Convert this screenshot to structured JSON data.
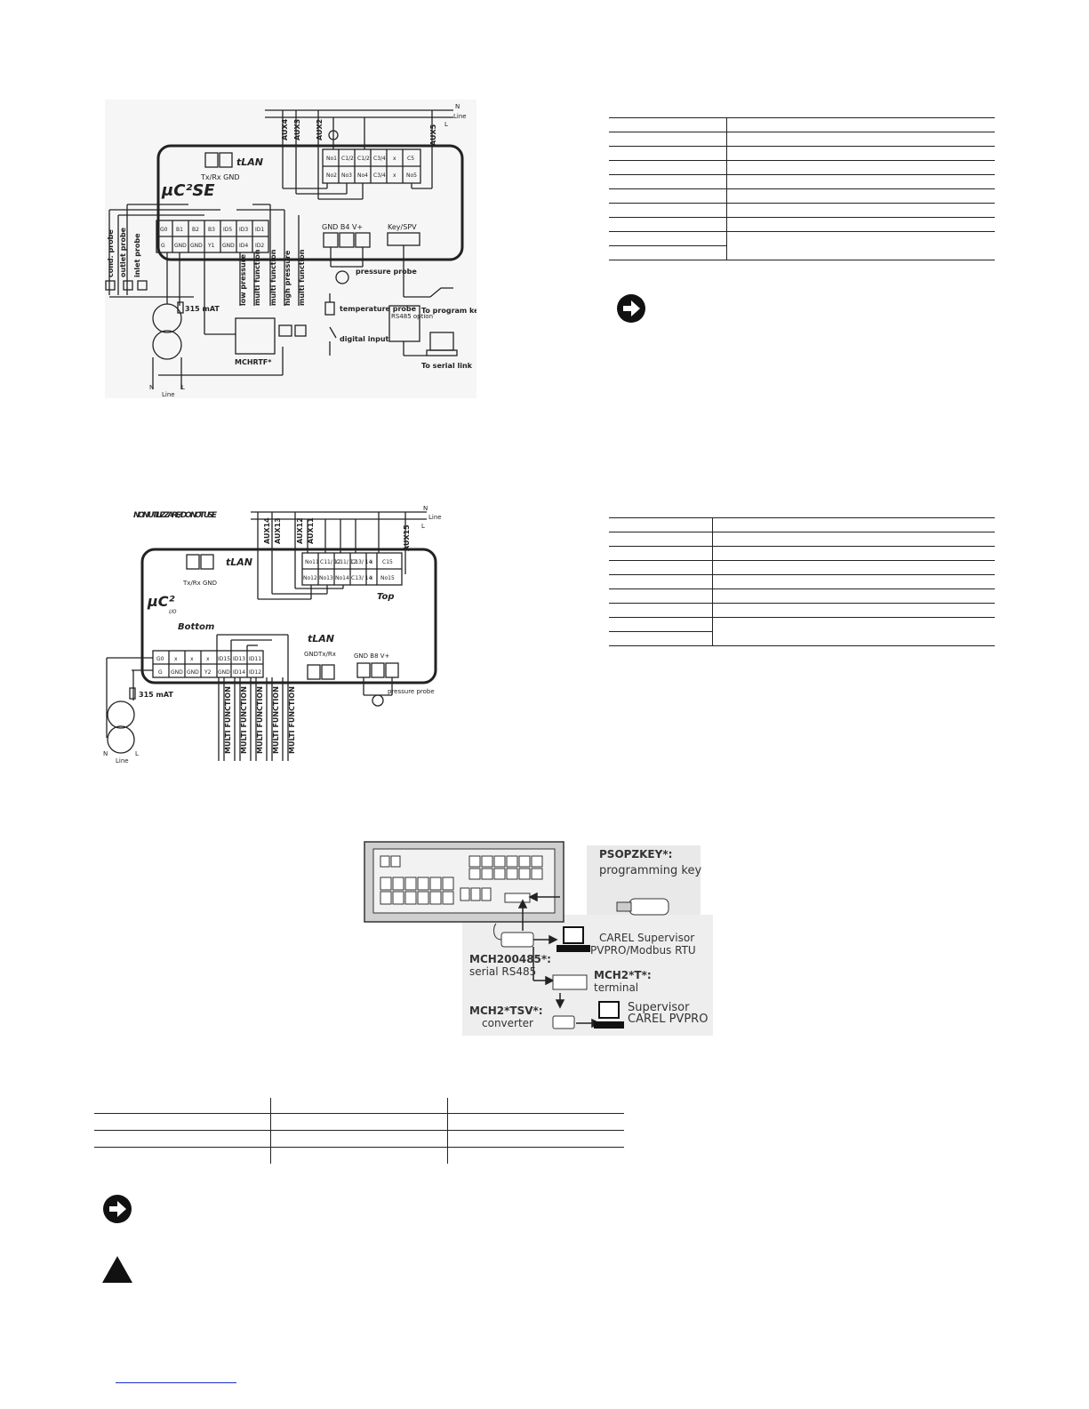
{
  "diagram1": {
    "supply": {
      "n": "N",
      "line": "Line",
      "l": "L",
      "bottom_n": "N",
      "bottom_line": "Line",
      "bottom_l": "L"
    },
    "controller": "μC²SE",
    "aux_labels": [
      "AUX4",
      "AUX3",
      "AUX2",
      "AUX5"
    ],
    "relay_top": [
      "No1",
      "C1/2",
      "C1/2",
      "C3/4",
      "x",
      "C5"
    ],
    "relay_bottom": [
      "No2",
      "No3",
      "No4",
      "C3/4",
      "x",
      "No5"
    ],
    "tlan": "tLAN",
    "tlan_pins": "Tx/Rx  GND",
    "term_top": [
      "G0",
      "B1",
      "B2",
      "B3",
      "ID5",
      "ID3",
      "ID1"
    ],
    "term_bottom": [
      "G",
      "GND",
      "GND",
      "Y1",
      "GND",
      "ID4",
      "ID2"
    ],
    "probe_labels": [
      "cond. probe",
      "outlet probe",
      "inlet probe"
    ],
    "input_labels": [
      "low pressure",
      "multi function",
      "multi function",
      "high pressure",
      "multi function"
    ],
    "fuse": "315 mAT",
    "mchrtf": "MCHRTF*",
    "probe_conn": "GND B4  V+",
    "pressure_probe": "pressure probe",
    "temperature_probe": "temperature probe",
    "digital_input": "digital input",
    "key_spv": "Key/SPV",
    "rs485": "RS485 option",
    "to_program_key": "To program key",
    "to_serial_link": "To serial link"
  },
  "diagram2": {
    "supply": {
      "n": "N",
      "line": "Line",
      "l": "L",
      "bottom_n": "N",
      "bottom_line": "Line",
      "bottom_l": "L"
    },
    "warning": "NON UTILIZZARE/ DO NOT USE",
    "controller": "μC²",
    "controller_sub": "I/O",
    "aux_labels": [
      "AUX14",
      "AUX13",
      "AUX12",
      "AUX11",
      "AUX15"
    ],
    "relay_top": [
      "No11",
      "C11/ 12",
      "C11/ 12",
      "C13/ 14",
      "x",
      "C15"
    ],
    "relay_bottom": [
      "No12",
      "No13",
      "No14",
      "C13/ 14",
      "x",
      "No15"
    ],
    "tlan": "tLAN",
    "tlan_pins": "Tx/Rx  GND",
    "top_label": "Top",
    "bottom_label": "Bottom",
    "term_top": [
      "G0",
      "x",
      "x",
      "x",
      "ID15",
      "ID13",
      "ID11"
    ],
    "term_bottom": [
      "G",
      "GND",
      "GND",
      "Y2",
      "GND",
      "ID14",
      "ID12"
    ],
    "tlan2": "tLAN",
    "tlan2_pins": "GNDTx/Rx",
    "probe_conn": "GND  B8  V+",
    "pressure_probe": "pressure probe",
    "fuse": "315 mAT",
    "mf_label": "MULTI FUNCTION"
  },
  "diagram3": {
    "key_code": "PSOPZKEY*:",
    "key_desc": "programming key",
    "carel_supervisor": "CAREL Supervisor",
    "pvpro_modbus": "PVPRO/Modbus RTU",
    "mch200485": "MCH200485*:",
    "serial_rs485": "serial RS485",
    "mch2t": "MCH2*T*:",
    "terminal": "terminal",
    "mch2tsv": "MCH2*TSV*:",
    "converter": "converter",
    "supervisor": "Supervisor",
    "carel_pvpro": "CAREL PVPRO"
  },
  "colors": {
    "line": "#222222",
    "panel": "#f2f2f2",
    "link": "#1a2ecc"
  }
}
